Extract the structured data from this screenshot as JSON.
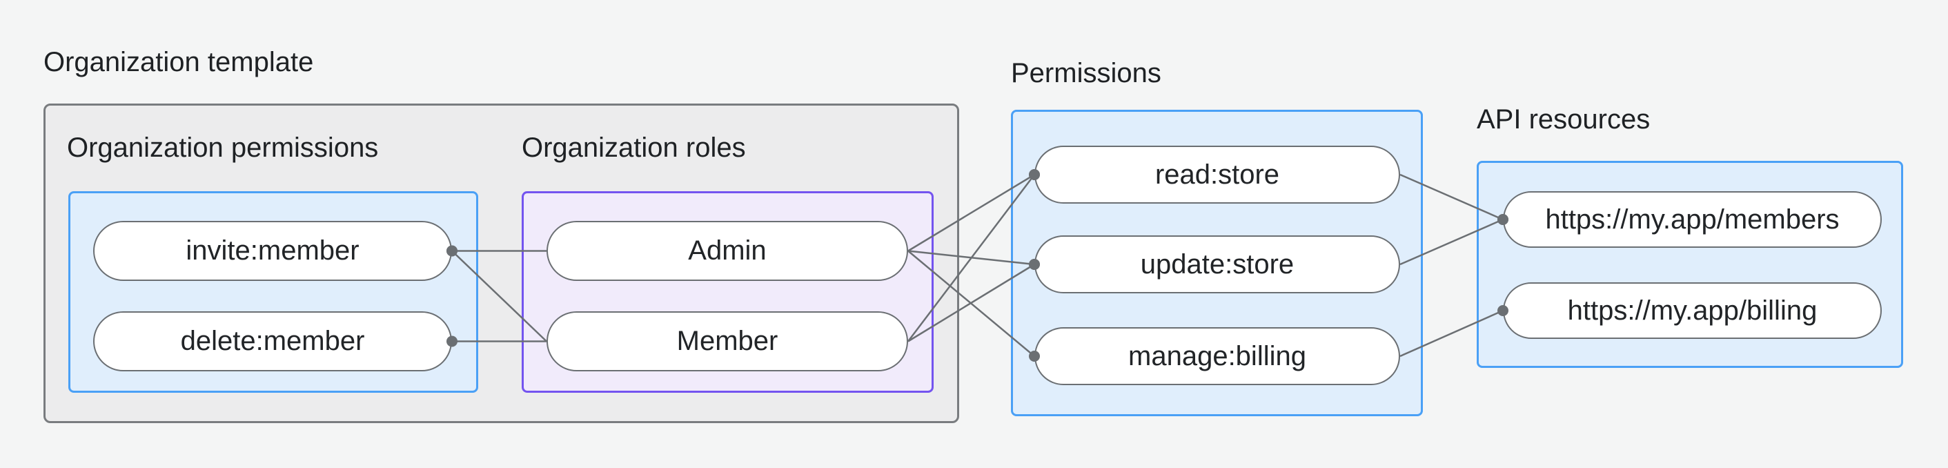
{
  "diagram": {
    "template_group": {
      "title": "Organization template",
      "org_permissions": {
        "label": "Organization permissions",
        "pills": {
          "invite": "invite:member",
          "delete": "delete:member"
        }
      },
      "org_roles": {
        "label": "Organization roles",
        "pills": {
          "admin": "Admin",
          "member": "Member"
        }
      }
    },
    "permissions_group": {
      "label": "Permissions",
      "pills": {
        "read": "read:store",
        "update": "update:store",
        "manage": "manage:billing"
      }
    },
    "api_resources_group": {
      "label": "API resources",
      "pills": {
        "members": "https://my.app/members",
        "billing": "https://my.app/billing"
      }
    },
    "edges": [
      {
        "from": "invite_member",
        "to": "admin",
        "dot": "source"
      },
      {
        "from": "invite_member",
        "to": "member",
        "dot": "source"
      },
      {
        "from": "delete_member",
        "to": "member",
        "dot": "source"
      },
      {
        "from": "admin",
        "to": "read_store",
        "dot": "target"
      },
      {
        "from": "admin",
        "to": "update_store",
        "dot": "target"
      },
      {
        "from": "admin",
        "to": "manage_billing",
        "dot": "target"
      },
      {
        "from": "member",
        "to": "read_store",
        "dot": "target"
      },
      {
        "from": "member",
        "to": "update_store",
        "dot": "target"
      },
      {
        "from": "read_store",
        "to": "members_api",
        "dot": "target"
      },
      {
        "from": "update_store",
        "to": "members_api",
        "dot": "target"
      },
      {
        "from": "manage_billing",
        "to": "billing_api",
        "dot": "target"
      }
    ],
    "colors": {
      "page_background": "#f4f5f5",
      "template_box_fill": "#ececed",
      "template_box_border": "#797c7f",
      "blue_box_fill": "#e0eefc",
      "blue_box_border": "#4aa0f6",
      "purple_box_fill": "#f1ebfb",
      "purple_box_border": "#7454ef",
      "pill_fill": "#ffffff",
      "pill_border": "#6b6f73",
      "connector": "#6b6f73",
      "text": "#1e2124"
    },
    "connector_style": {
      "line_width": 2.5,
      "dot_radius": 8
    }
  }
}
